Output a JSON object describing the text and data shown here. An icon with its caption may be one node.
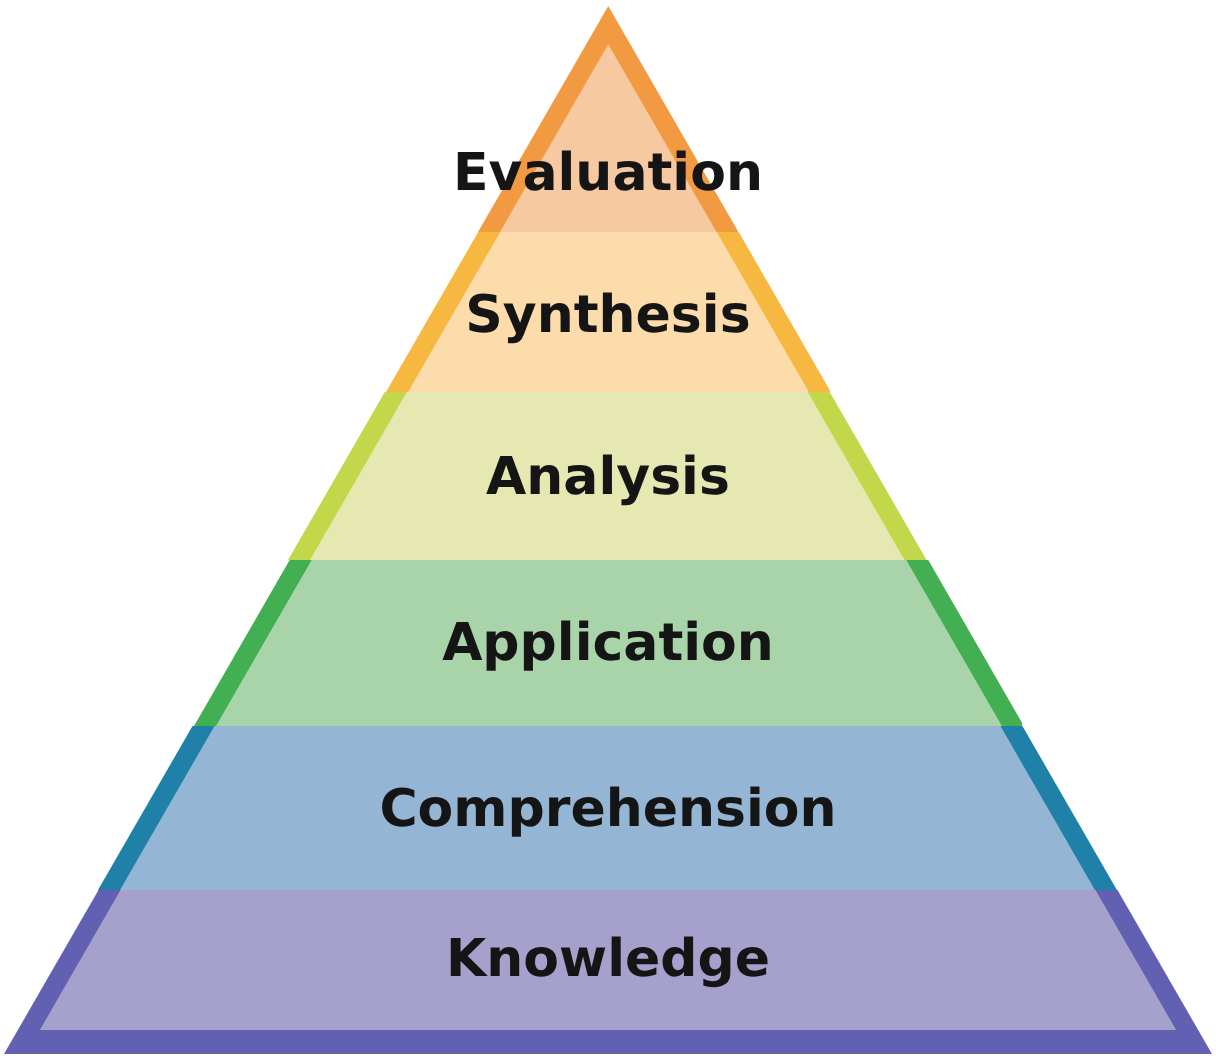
{
  "diagram": {
    "nodes": [
      {
        "text": [
          "Evaluation"
        ]
      },
      {
        "text": [
          "Synthesis"
        ]
      },
      {
        "text": [
          "Analysis"
        ]
      },
      {
        "text": [
          "Application"
        ]
      },
      {
        "text": [
          "Comprehension"
        ]
      },
      {
        "text": [
          "Knowledge"
        ]
      }
    ]
  }
}
